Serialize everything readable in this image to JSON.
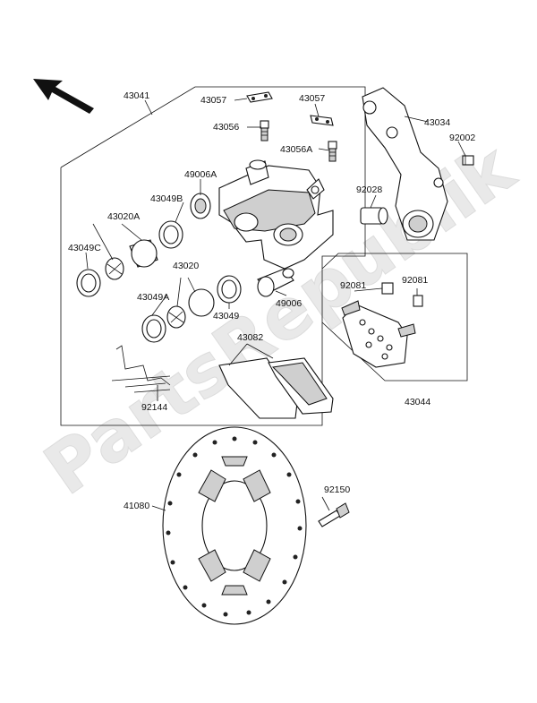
{
  "watermark": "PartsRepublik",
  "labels": {
    "p43041": "43041",
    "p43057a": "43057",
    "p43057b": "43057",
    "p43056": "43056",
    "p43056A": "43056A",
    "p49006A": "49006A",
    "p43049B": "43049B",
    "p43020A": "43020A",
    "p43049C": "43049C",
    "p43020": "43020",
    "p43049A": "43049A",
    "p43049": "43049",
    "p49006": "49006",
    "p43082": "43082",
    "p92144": "92144",
    "p43034": "43034",
    "p92002": "92002",
    "p92028": "92028",
    "p92081a": "92081",
    "p92081b": "92081",
    "p43044": "43044",
    "p92150": "92150",
    "p41080": "41080"
  }
}
